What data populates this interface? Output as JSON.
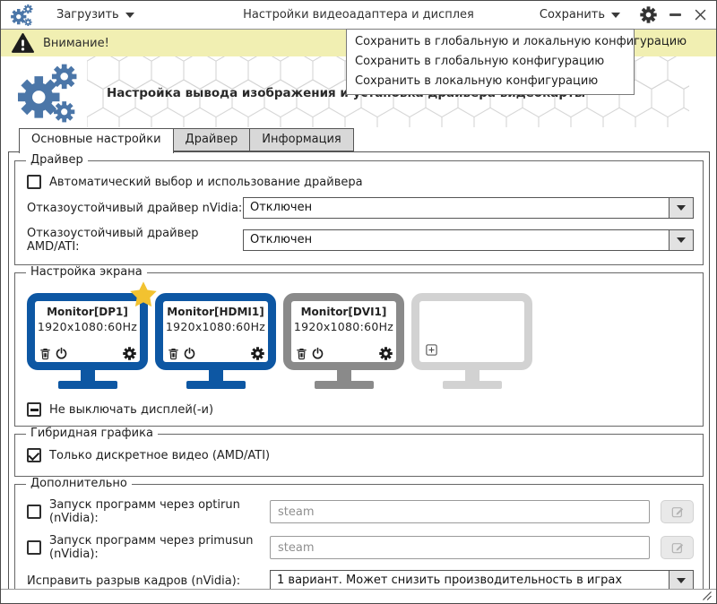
{
  "colors": {
    "monitor_active": "#0d57a3",
    "monitor_inactive": "#8a8a8a",
    "monitor_placeholder": "#d2d2d2",
    "gears_accent": "#4b76a8",
    "warning_bg": "#f1efb2",
    "star": "#f2c230"
  },
  "toolbar": {
    "load_label": "Загрузить",
    "title": "Настройки видеоадаптера и дисплея",
    "save_label": "Сохранить"
  },
  "warning_bar": {
    "label": "Внимание!"
  },
  "save_menu": {
    "items": [
      "Сохранить в глобальную и локальную конфигурацию",
      "Сохранить в глобальную конфигурацию",
      "Сохранить в локальную конфигурацию"
    ]
  },
  "header": {
    "subtitle": "Настройка вывода изображения и установка драйвера видеокарты"
  },
  "tabs": [
    {
      "label": "Основные настройки",
      "active": true
    },
    {
      "label": "Драйвер",
      "active": false
    },
    {
      "label": "Информация",
      "active": false
    }
  ],
  "driver_group": {
    "legend": "Драйвер",
    "auto_driver": {
      "label": "Автоматический выбор и использование драйвера",
      "checked": false
    },
    "nvidia_failsafe": {
      "label": "Отказоустойчивый драйвер nVidia:",
      "value": "Отключен"
    },
    "amd_failsafe": {
      "label": "Отказоустойчивый драйвер AMD/ATI:",
      "value": "Отключен"
    }
  },
  "screen_group": {
    "legend": "Настройка экрана",
    "monitors": [
      {
        "name": "Monitor[DP1]",
        "resolution": "1920x1080:60Hz",
        "state": "primary",
        "starred": true
      },
      {
        "name": "Monitor[HDMI1]",
        "resolution": "1920x1080:60Hz",
        "state": "active",
        "starred": false
      },
      {
        "name": "Monitor[DVI1]",
        "resolution": "1920x1080:60Hz",
        "state": "inactive",
        "starred": false
      },
      {
        "name": "",
        "resolution": "",
        "state": "add-placeholder",
        "starred": false
      }
    ],
    "keep_display_on": {
      "label": "Не выключать дисплей(-и)",
      "state": "indeterminate"
    }
  },
  "hybrid_group": {
    "legend": "Гибридная графика",
    "discrete_only": {
      "label": "Только дискретное видео (AMD/ATI)",
      "checked": true
    }
  },
  "extra_group": {
    "legend": "Дополнительно",
    "optirun": {
      "label": "Запуск программ через optirun (nVidia):",
      "checked": false,
      "value": "steam"
    },
    "primusun": {
      "label": "Запуск программ через primusun (nVidia):",
      "checked": false,
      "value": "steam"
    },
    "frame_tear": {
      "label": "Исправить разрыв кадров (nVidia):",
      "value": "1 вариант. Может снизить производительность в играх"
    }
  }
}
